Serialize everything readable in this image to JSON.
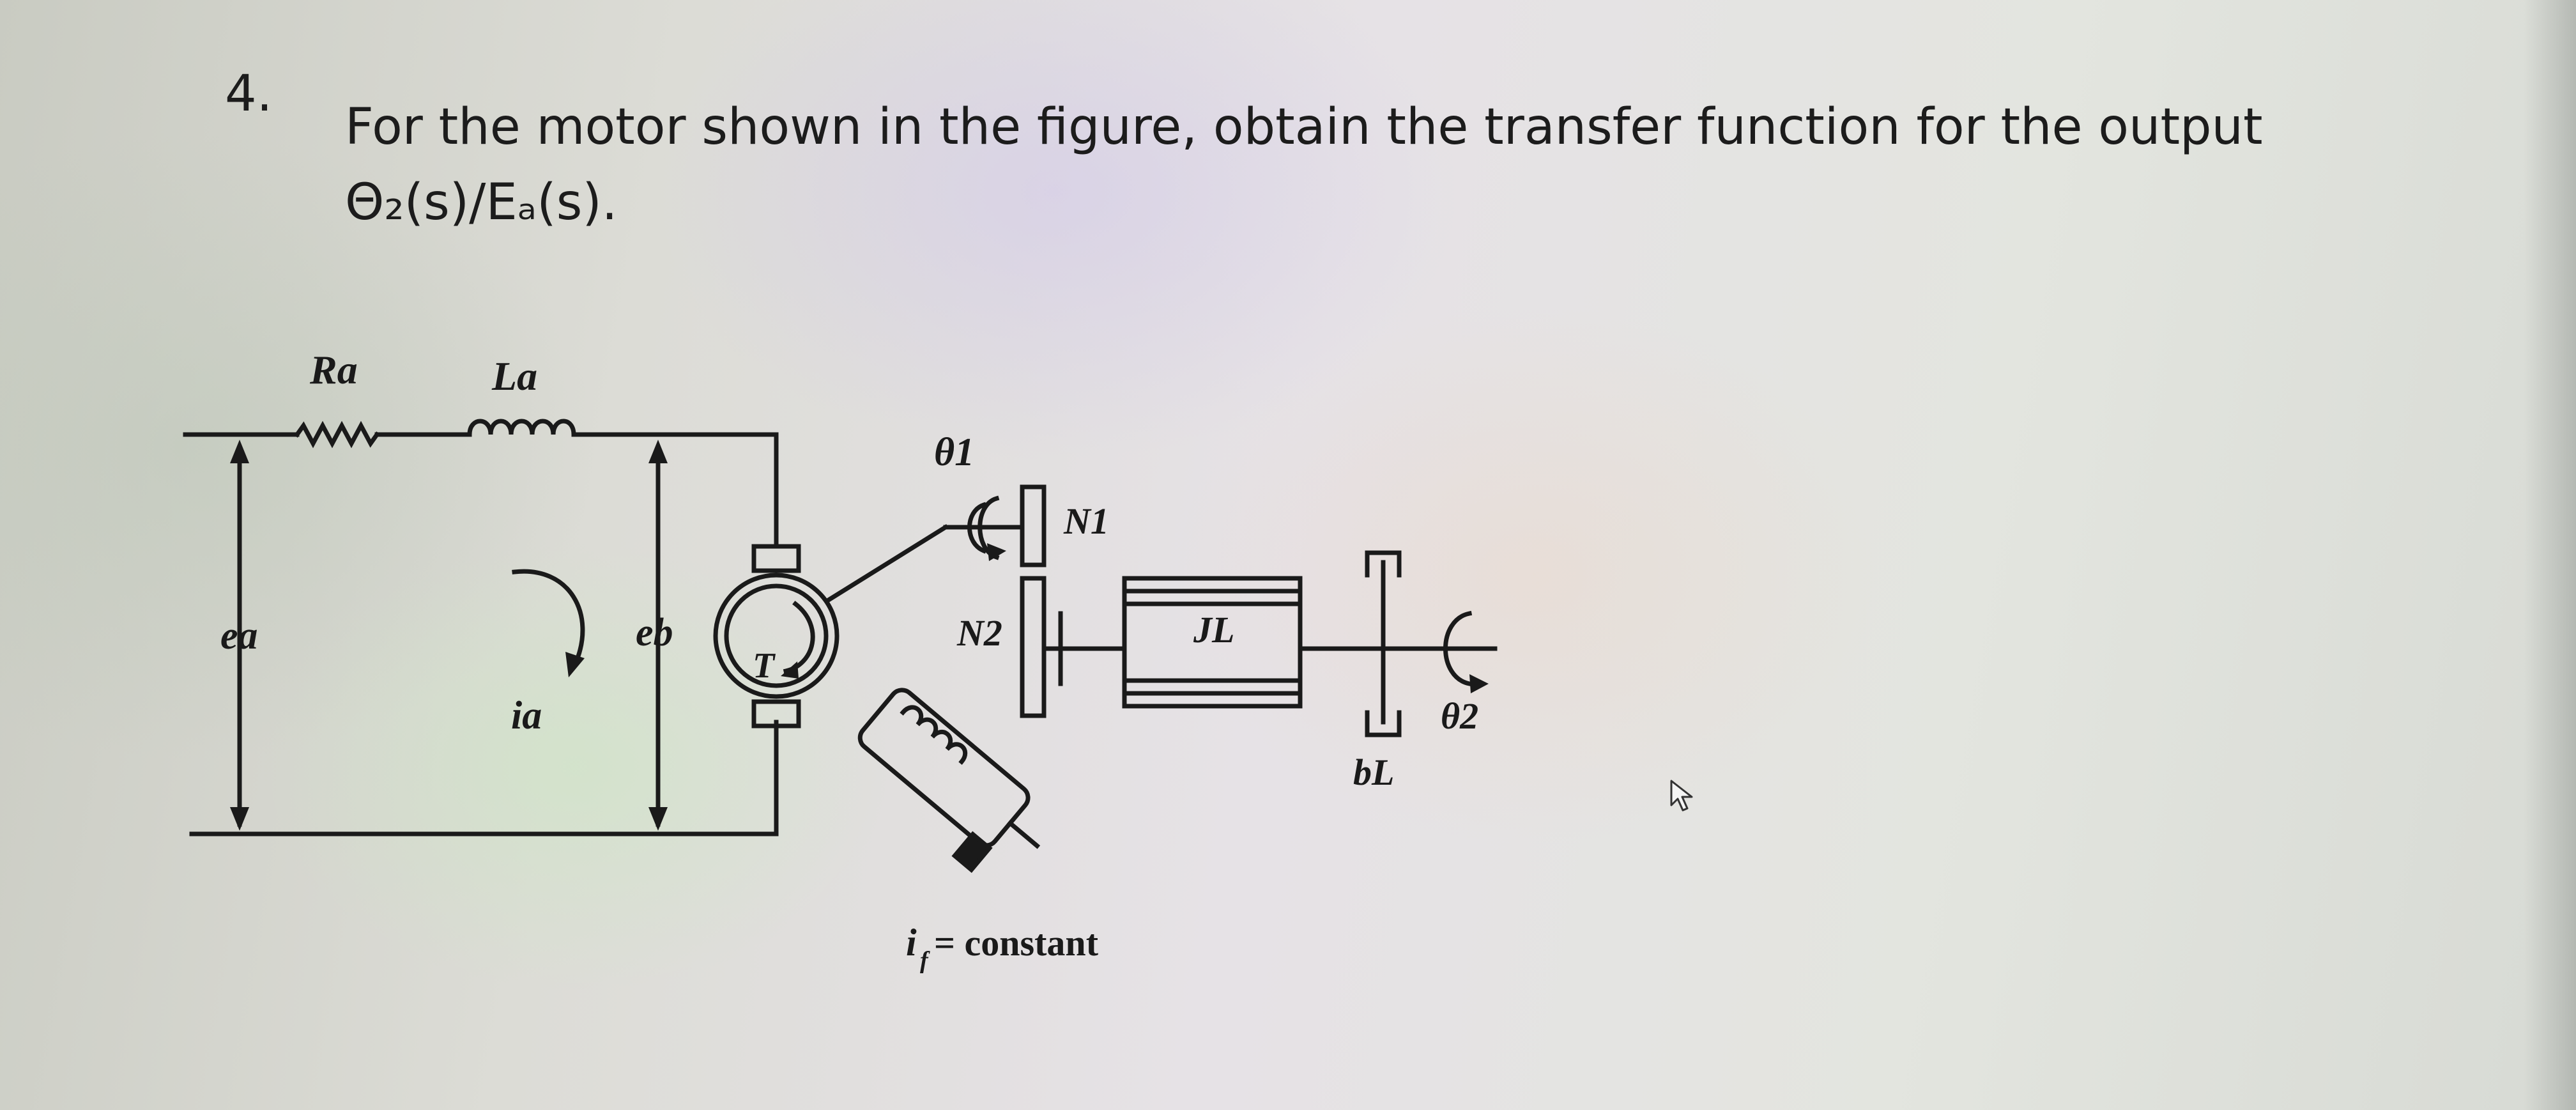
{
  "question": {
    "number": "4.",
    "line1": "For the motor shown in the figure, obtain the transfer function for the output",
    "line2": "Θ₂(s)/Eₐ(s)."
  },
  "diagram": {
    "labels": {
      "Ra": "Ra",
      "La": "La",
      "ea": "ea",
      "eb": "eb",
      "ia": "ia",
      "T": "T",
      "theta1": "θ1",
      "N1": "N1",
      "N2": "N2",
      "JL": "JL",
      "bL": "bL",
      "theta2": "θ2",
      "field_current": "i",
      "field_current_sub": "f",
      "field_constant": "= constant"
    }
  },
  "icons": {
    "cursor": "mouse-pointer-icon"
  }
}
